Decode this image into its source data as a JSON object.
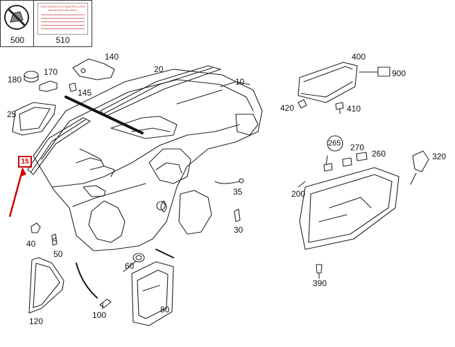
{
  "colors": {
    "line": "#222222",
    "highlight": "#d00000",
    "warning_red": "#c73a3a",
    "background": "#ffffff"
  },
  "legend": [
    {
      "id": "500",
      "label": "500",
      "icon": "no-airbag-child-seat-icon"
    },
    {
      "id": "510",
      "label": "510",
      "icon": "airbag-warning-label-icon"
    }
  ],
  "warning_label_text": [
    "THIS VEHICLE IS EQUIPPED WITH",
    "ADVANCED AIR BAGS"
  ],
  "highlighted_part": "15",
  "callouts": {
    "c140": "140",
    "c170": "170",
    "c180": "180",
    "c145": "145",
    "c20": "20",
    "c10": "10",
    "c25": "25",
    "c15": "15",
    "c35": "35",
    "c30": "30",
    "c40": "40",
    "c50": "50",
    "c60": "60",
    "c80": "80",
    "c100": "100",
    "c120": "120",
    "c400": "400",
    "c900": "900",
    "c420": "420",
    "c410": "410",
    "c265": "265",
    "c270": "270",
    "c260": "260",
    "c320": "320",
    "c200": "200",
    "c390": "390"
  }
}
